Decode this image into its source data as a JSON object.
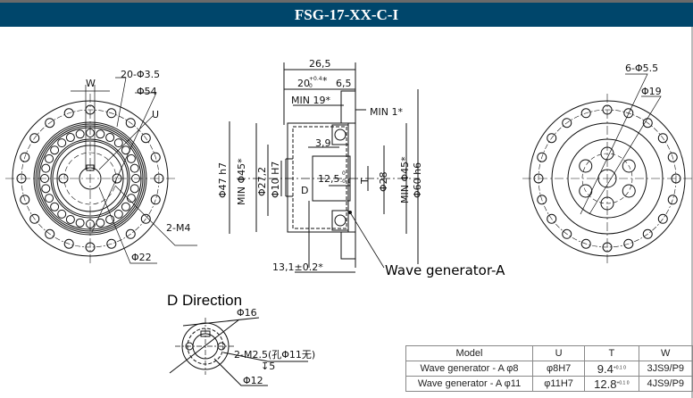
{
  "header": {
    "title": "FSG-17-XX-C-I"
  },
  "colors": {
    "header_bg": "#00466b",
    "line": "#111111"
  },
  "left_view": {
    "labels": {
      "holes": "20-Φ3.5",
      "pcd": "Φ54",
      "u": "U",
      "w": "W",
      "tap": "2-M4",
      "d22": "Φ22"
    }
  },
  "section_view": {
    "labels": {
      "len_total": "26,5",
      "len_20": "20",
      "len_20_tol_up": "+0.4",
      "len_20_tol_low": "0",
      "star": "*",
      "len_65": "6,5",
      "min19": "MIN 19*",
      "min1": "MIN 1*",
      "d47": "Φ47 h7",
      "min45_l": "MIN Φ45*",
      "d272": "Φ27,2",
      "d10": "Φ10 H7",
      "d39": "3,9",
      "d125": "12,5",
      "d125_tol_up": "0",
      "d125_tol_low": "-0.1",
      "t": "T",
      "d28": "Φ28",
      "min45_r": "MIN Φ45*",
      "d60": "Φ60 h6",
      "d": "D",
      "len131": "13,1±0.2*"
    },
    "callout": "Wave generator-A"
  },
  "right_view": {
    "labels": {
      "holes": "6-Φ5.5",
      "d19": "Φ19"
    }
  },
  "d_direction": {
    "title": "D Direction",
    "labels": {
      "d16": "Φ16",
      "tap": "2-M2.5(孔Φ11无)",
      "depth": "↧5",
      "d12": "Φ12"
    }
  },
  "table": {
    "headers": [
      "Model",
      "U",
      "T",
      "W"
    ],
    "rows": [
      {
        "model": "Wave generator - A φ8",
        "u": "φ8H7",
        "t": "9.4",
        "t_tol": "+0.1 0",
        "w": "3JS9/P9"
      },
      {
        "model": "Wave generator - A φ11",
        "u": "φ11H7",
        "t": "12.8",
        "t_tol": "+0.1 0",
        "w": "4JS9/P9"
      }
    ]
  }
}
